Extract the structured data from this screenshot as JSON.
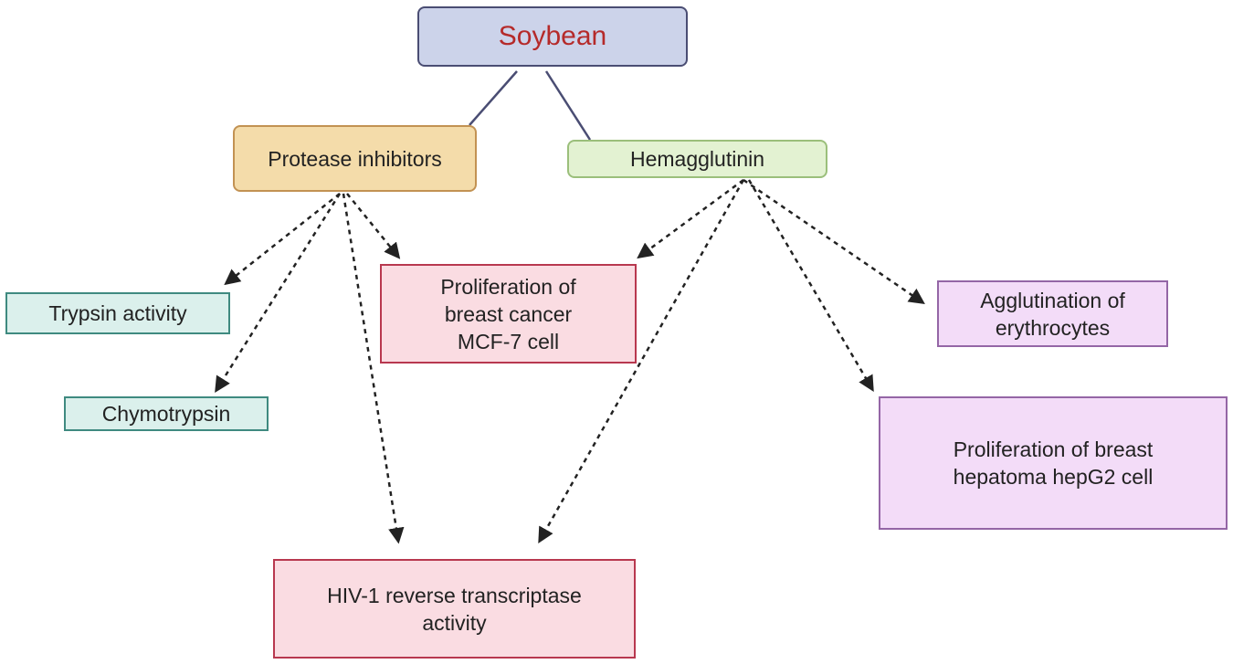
{
  "nodes": [
    {
      "id": "soybean",
      "label": "Soybean",
      "lines": [
        "Soybean"
      ],
      "fill": "#ccd3ea",
      "stroke": "#4a4d73",
      "text_color": "#b52a2a"
    },
    {
      "id": "protease",
      "label": "Protease inhibitors",
      "lines": [
        "Protease inhibitors"
      ],
      "fill": "#f4dcaa",
      "stroke": "#c29253"
    },
    {
      "id": "hemagglutinin",
      "label": "Hemagglutinin",
      "lines": [
        "Hemagglutinin"
      ],
      "fill": "#e3f2d2",
      "stroke": "#9bbf7b"
    },
    {
      "id": "trypsin",
      "label": "Trypsin activity",
      "lines": [
        "Trypsin activity"
      ],
      "fill": "#dbf0ec",
      "stroke": "#3f8a80"
    },
    {
      "id": "chymotrypsin",
      "label": "Chymotrypsin",
      "lines": [
        "Chymotrypsin"
      ],
      "fill": "#dbf0ec",
      "stroke": "#3f8a80"
    },
    {
      "id": "mcf7",
      "label": "Proliferation of breast cancer MCF-7 cell",
      "lines": [
        "Proliferation of",
        "breast cancer",
        "MCF-7 cell"
      ],
      "fill": "#fadce2",
      "stroke": "#b8384f"
    },
    {
      "id": "erythrocytes",
      "label": "Agglutination of erythrocytes",
      "lines": [
        "Agglutination of",
        "erythrocytes"
      ],
      "fill": "#f3dcf8",
      "stroke": "#9466a6"
    },
    {
      "id": "hepg2",
      "label": "Proliferation of breast hepatoma hepG2 cell",
      "lines": [
        "Proliferation of breast",
        "hepatoma hepG2 cell"
      ],
      "fill": "#f3dcf8",
      "stroke": "#9466a6"
    },
    {
      "id": "hiv",
      "label": "HIV-1 reverse transcriptase activity",
      "lines": [
        "HIV-1 reverse transcriptase",
        "activity"
      ],
      "fill": "#fadce2",
      "stroke": "#b8384f"
    }
  ],
  "edges": [
    {
      "from": "soybean",
      "to": "protease",
      "style": "solid",
      "arrow": false
    },
    {
      "from": "soybean",
      "to": "hemagglutinin",
      "style": "solid",
      "arrow": false
    },
    {
      "from": "protease",
      "to": "trypsin",
      "style": "dashed",
      "arrow": true
    },
    {
      "from": "protease",
      "to": "chymotrypsin",
      "style": "dashed",
      "arrow": true
    },
    {
      "from": "protease",
      "to": "mcf7",
      "style": "dashed",
      "arrow": true
    },
    {
      "from": "protease",
      "to": "hiv",
      "style": "dashed",
      "arrow": true
    },
    {
      "from": "hemagglutinin",
      "to": "mcf7",
      "style": "dashed",
      "arrow": true
    },
    {
      "from": "hemagglutinin",
      "to": "hiv",
      "style": "dashed",
      "arrow": true
    },
    {
      "from": "hemagglutinin",
      "to": "erythrocytes",
      "style": "dashed",
      "arrow": true
    },
    {
      "from": "hemagglutinin",
      "to": "hepg2",
      "style": "dashed",
      "arrow": true
    }
  ],
  "colors": {
    "solid_line": "#4a4d73",
    "dashed_line": "#222222"
  }
}
